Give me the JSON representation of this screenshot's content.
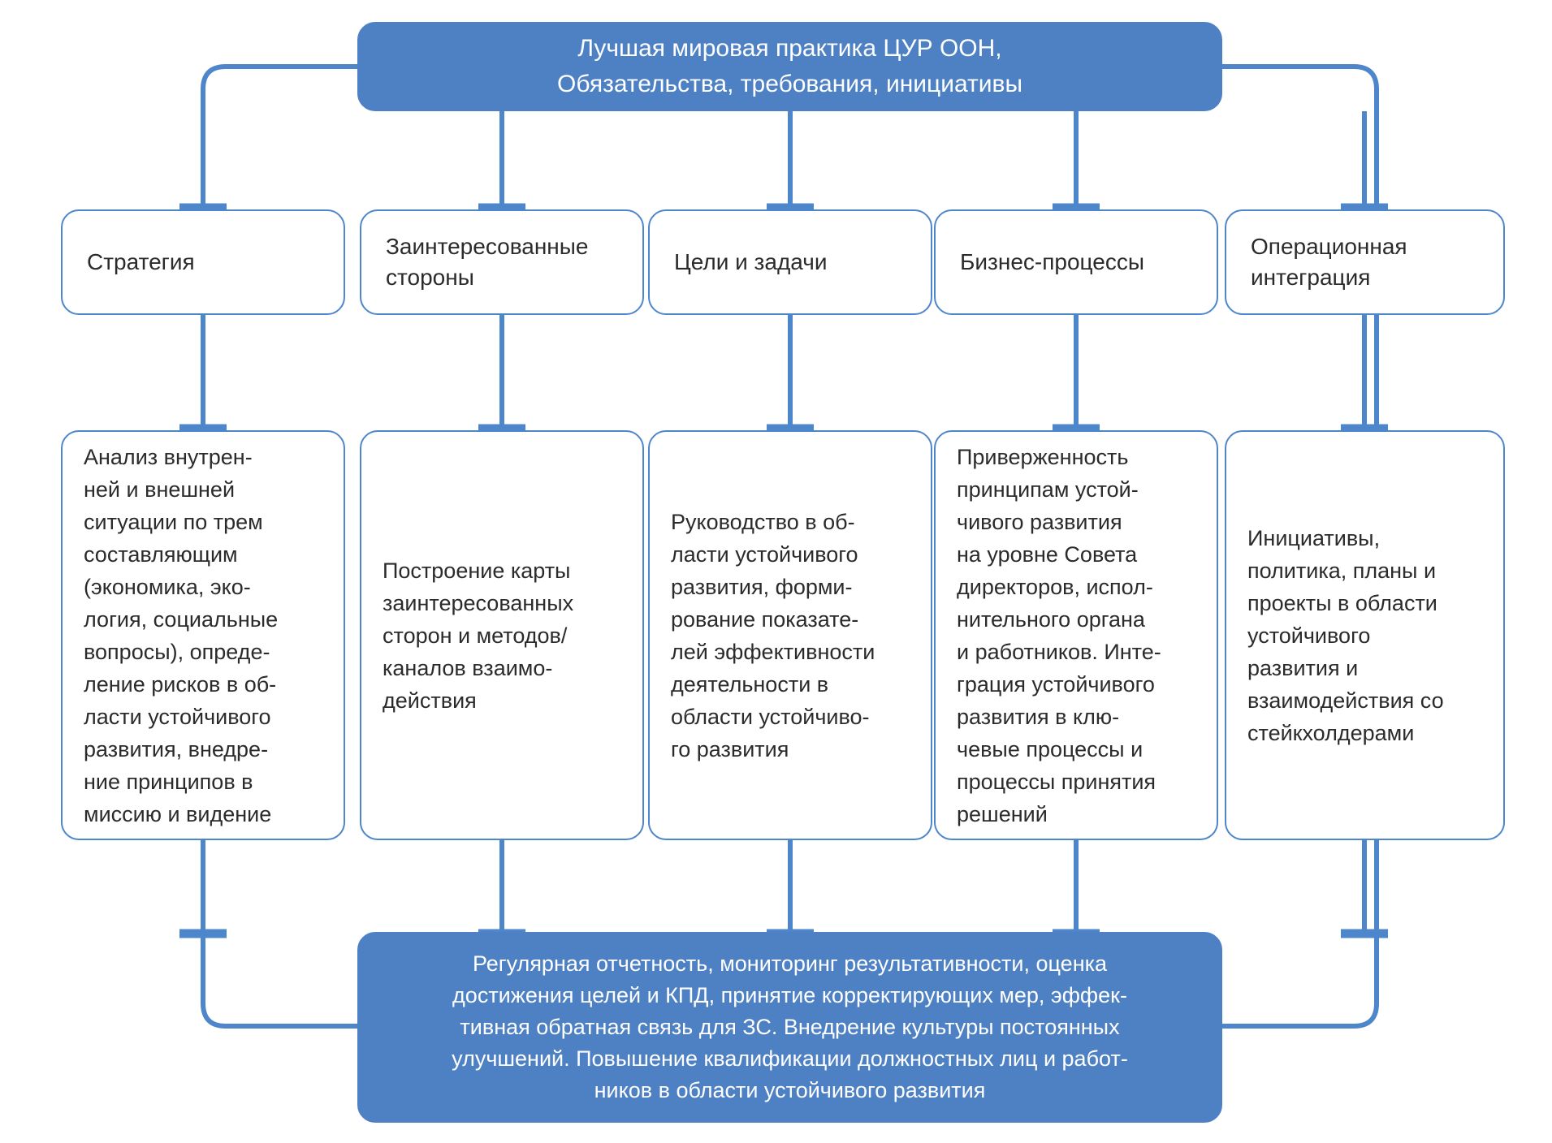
{
  "diagram": {
    "title_box": {
      "label": "Лучшая мировая практика ЦУР ООН,\nОбязательства, требования, инициативы"
    },
    "categories": [
      {
        "label": "Стратегия"
      },
      {
        "label": "Заинтересованные\nстороны"
      },
      {
        "label": "Цели и задачи"
      },
      {
        "label": "Бизнес-процессы"
      },
      {
        "label": "Операционная\nинтеграция"
      }
    ],
    "details": [
      {
        "label": "Анализ внутрен-\nней и внешней\nситуации по трем\nсоставляющим\n(экономика, эко-\nлогия, социальные\nвопросы), опреде-\nление рисков в об-\nласти устойчивого\nразвития, внедре-\nние принципов в\nмиссию и видение"
      },
      {
        "label": "Построение карты\nзаинтересованных\nсторон и методов/\nканалов взаимо-\nдействия"
      },
      {
        "label": "Руководство в об-\nласти устойчивого\nразвития,  форми-\nрование показате-\nлей эффективности\nдеятельности в\nобласти устойчиво-\nго развития"
      },
      {
        "label": "Приверженность\nпринципам устой-\nчивого развития\nна уровне Совета\nдиректоров, испол-\nнительного органа\nи работников. Инте-\nграция устойчивого\nразвития в клю-\nчевые процессы и\nпроцессы принятия\nрешений"
      },
      {
        "label": "Инициативы,\nполитика, планы и\nпроекты в области\nустойчивого\nразвития и\nвзаимодействия со\nстейкхолдерами"
      }
    ],
    "footer_box": {
      "label": "Регулярная отчетность, мониторинг результативности, оценка\nдостижения целей и КПД, принятие корректирующих мер, эффек-\nтивная обратная связь для ЗС. Внедрение культуры постоянных\nулучшений. Повышение квалификации должностных лиц и работ-\nников в области устойчивого развития"
    },
    "colors": {
      "fill_blue": "#4e81c4",
      "border_blue": "#4e86cb",
      "connector_blue": "#4e86cb",
      "text_dark": "#2b2b2b",
      "text_light": "#ffffff",
      "background": "#ffffff"
    }
  }
}
